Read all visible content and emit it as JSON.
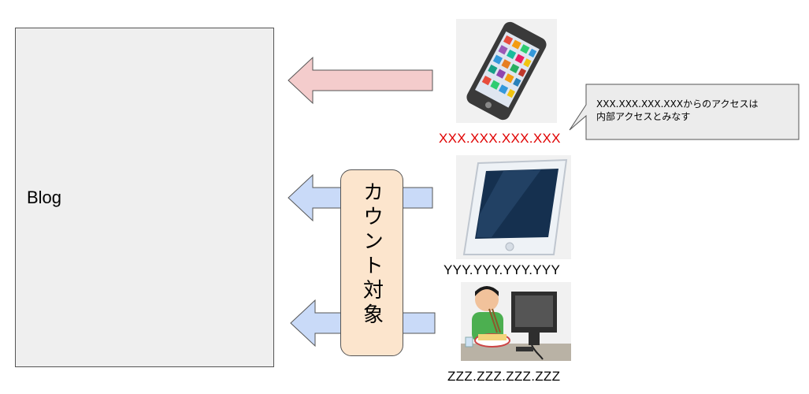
{
  "blog": {
    "label": "Blog"
  },
  "devices": {
    "phone": {
      "ip": "XXX.XXX.XXX.XXX",
      "icon": "smartphone-icon"
    },
    "tablet": {
      "ip": "YYY.YYY.YYY.YYY",
      "icon": "tablet-icon"
    },
    "pc_user": {
      "ip": "ZZZ.ZZZ.ZZZ.ZZZ",
      "icon": "person-at-computer-icon"
    }
  },
  "callout": {
    "line1": "XXX.XXX.XXX.XXXからのアクセスは",
    "line2": "内部アクセスとみなす"
  },
  "counter": {
    "label": "カウント対象"
  },
  "colors": {
    "excluded_arrow": "#f4cccc",
    "counted_arrow": "#c9daf8",
    "counter_box": "#fce5cd",
    "ip_excluded": "#e00000",
    "blog_box": "#efefef"
  }
}
